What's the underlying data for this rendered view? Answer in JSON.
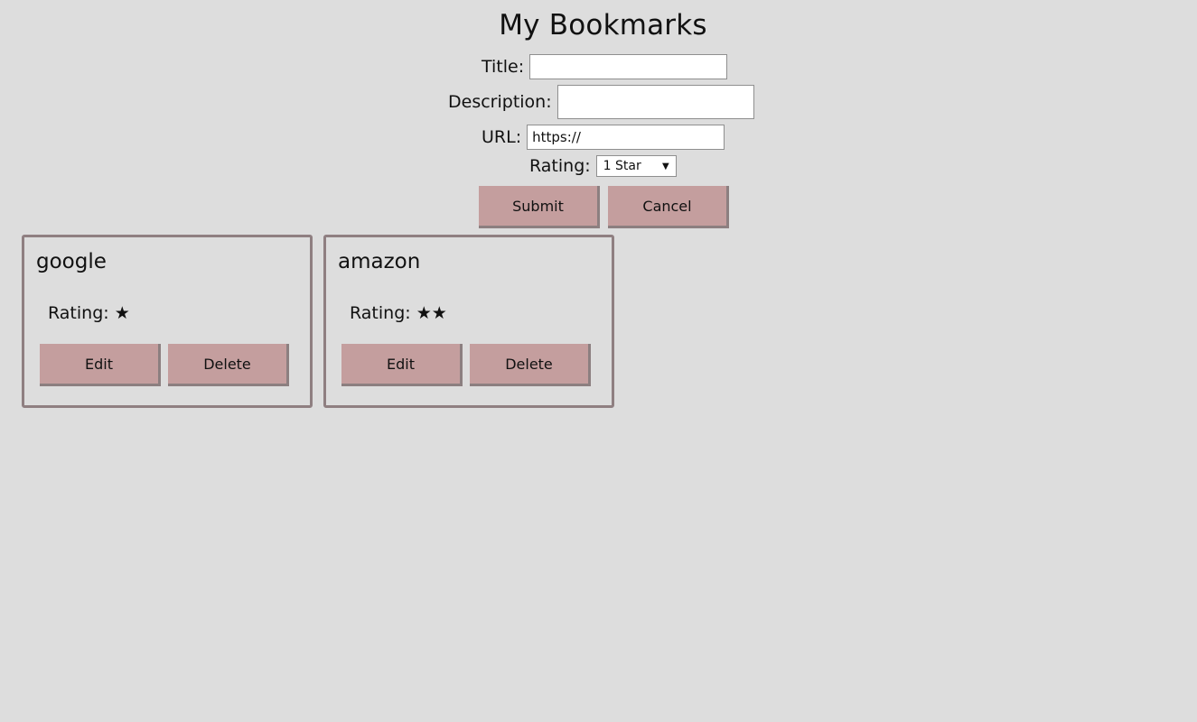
{
  "header": {
    "title": "My Bookmarks"
  },
  "form": {
    "title_label": "Title:",
    "title_value": "",
    "description_label": "Description:",
    "description_value": "",
    "url_label": "URL:",
    "url_value": "https://",
    "rating_label": "Rating:",
    "rating_selected": "1 Star",
    "submit_label": "Submit",
    "cancel_label": "Cancel"
  },
  "bookmarks": [
    {
      "title": "google",
      "rating_label": "Rating:",
      "rating_stars": "★",
      "edit_label": "Edit",
      "delete_label": "Delete"
    },
    {
      "title": "amazon",
      "rating_label": "Rating:",
      "rating_stars": "★★",
      "edit_label": "Edit",
      "delete_label": "Delete"
    }
  ],
  "colors": {
    "background": "#dddddd",
    "button": "#c49e9e",
    "button_shadow": "#8c7f80",
    "card_border": "#8f7f81"
  }
}
